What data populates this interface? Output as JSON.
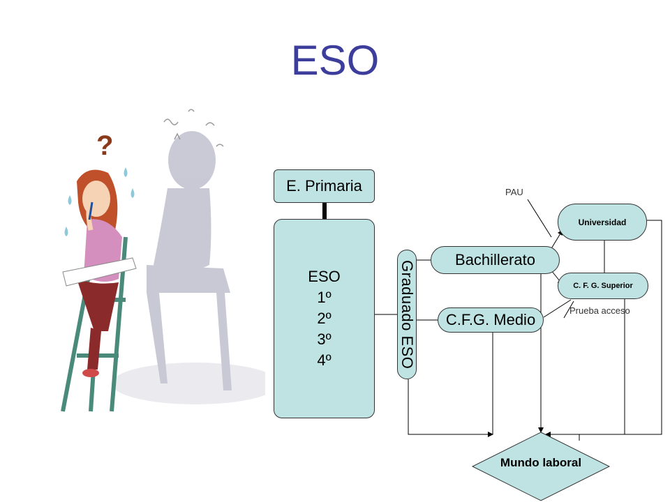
{
  "slide": {
    "title": "ESO"
  },
  "diagram": {
    "primaria": "E. Primaria",
    "eso": {
      "title": "ESO",
      "courses": [
        "1º",
        "2º",
        "3º",
        "4º"
      ]
    },
    "graduado": "Graduado ESO",
    "bachillerato": "Bachillerato",
    "cfg_medio": "C.F.G. Medio",
    "universidad": "Universidad",
    "cfg_superior": "C. F. G. Superior",
    "pau": "PAU",
    "prueba_acceso": "Prueba acceso",
    "mundo_laboral": "Mundo laboral"
  },
  "illustration": {
    "subject": "girl-thinking-in-chair-icon",
    "question_mark": "?"
  },
  "colors": {
    "title": "#3d3d9c",
    "box_fill": "#bfe3e3",
    "box_border": "#333333"
  }
}
